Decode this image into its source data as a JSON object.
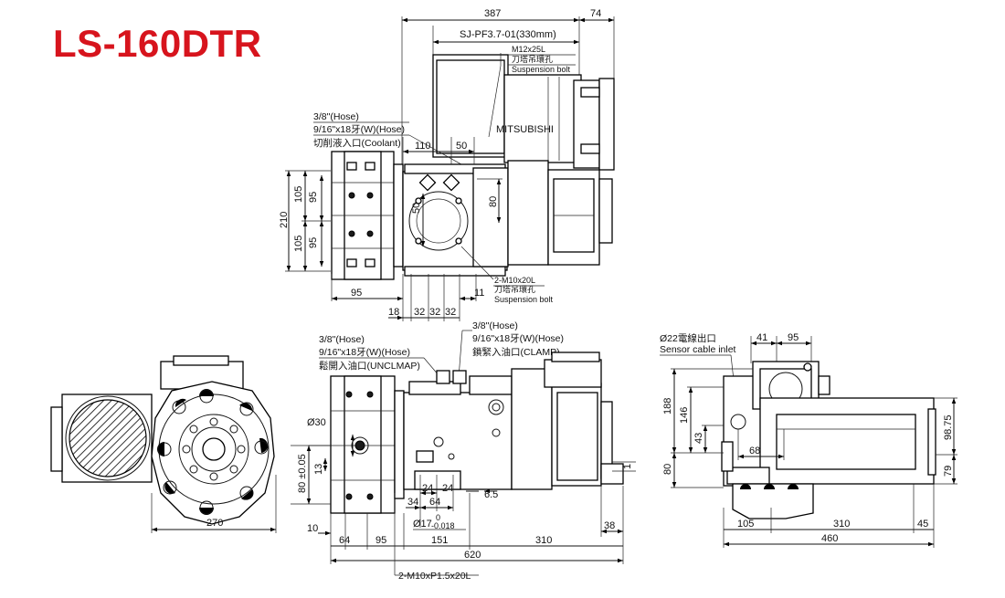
{
  "title": "LS-160DTR",
  "brand_label": "MITSUBISHI",
  "top_view": {
    "dim_387": "387",
    "dim_74": "74",
    "motor_spec": "SJ-PF3.7-01(330mm)",
    "bolt_note": [
      "M12x25L",
      "刀塔吊環孔",
      "Suspension bolt"
    ],
    "coolant_note": [
      "3/8\"(Hose)",
      "9/16\"x18牙(W)(Hose)",
      "切削液入口(Coolant)"
    ],
    "dim_110": "110",
    "dim_50_h": "50",
    "dim_210": "210",
    "dim_105_a": "105",
    "dim_95_a": "95",
    "dim_105_b": "105",
    "dim_95_b": "95",
    "dim_50_v": "50",
    "dim_80": "80",
    "bolt_note_2": [
      "2-M10x20L",
      "刀塔吊環孔",
      "Suspension bolt"
    ],
    "dim_95": "95",
    "dim_11": "11",
    "dim_18": "18",
    "dim_32_a": "32",
    "dim_32_b": "32",
    "dim_32_c": "32"
  },
  "front_view": {
    "dim_270": "270"
  },
  "side_view": {
    "unclamp_note": [
      "3/8\"(Hose)",
      "9/16\"x18牙(W)(Hose)",
      "鬆開入油口(UNCLMAP)"
    ],
    "clamp_note": [
      "3/8\"(Hose)",
      "9/16\"x18牙(W)(Hose)",
      "鎖緊入油口(CLAMP)"
    ],
    "dim_phi30": "Ø30",
    "dim_80tol": "80 ±0.05",
    "dim_13": "13",
    "dim_24_a": "24",
    "dim_34": "34",
    "dim_24_b": "24",
    "dim_64_a": "64",
    "dim_phi17": "Ø17",
    "tol_phi17_upper": "0",
    "tol_phi17_lower": "-0.018",
    "dim_6_5": "6.5",
    "dim_1": "1",
    "dim_38": "38",
    "dim_10": "10",
    "dim_64_b": "64",
    "dim_95": "95",
    "dim_151": "151",
    "dim_310": "310",
    "dim_620": "620",
    "thread_note": "2-M10xP1.5x20L"
  },
  "rear_view": {
    "sensor_note": [
      "Ø22電線出口",
      "Sensor cable inlet"
    ],
    "dim_41": "41",
    "dim_95": "95",
    "dim_188": "188",
    "dim_146": "146",
    "dim_43": "43",
    "dim_68": "68",
    "dim_80": "80",
    "dim_98_75": "98.75",
    "dim_79": "79",
    "dim_105": "105",
    "dim_310": "310",
    "dim_45": "45",
    "dim_460": "460"
  }
}
